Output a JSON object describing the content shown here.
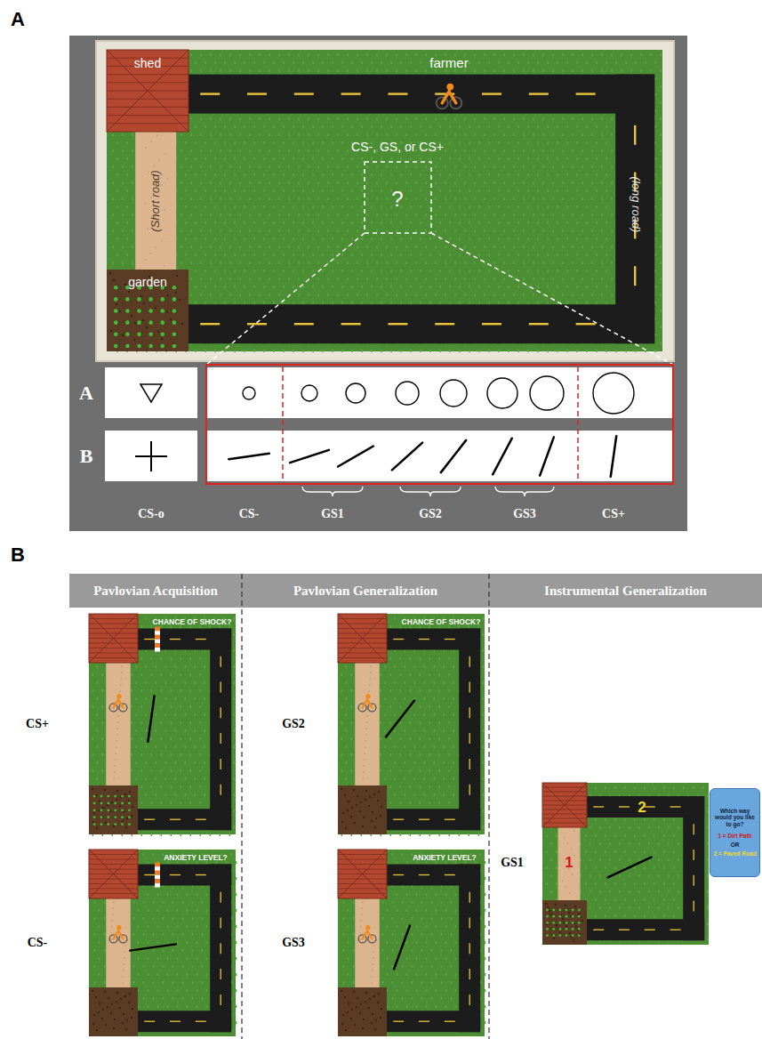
{
  "diagram": {
    "nodes": [
      {
        "text": [
          "Pavlovian Acquisition"
        ]
      },
      {
        "text": [
          "Pavlovian Generalization"
        ]
      },
      {
        "text": [
          "Instrumental Generalization"
        ]
      },
      {
        "text": [
          "Which way would you like to go?",
          "1 = Dirt Path",
          "OR",
          "2 = Paved Road"
        ]
      }
    ],
    "labels": [
      "A",
      "shed",
      "farmer",
      "CS-, GS, or CS+",
      "(Short road)",
      "garden",
      "?",
      "(long road)",
      "A",
      "B",
      "CS-o",
      "CS-",
      "GS1",
      "GS2",
      "GS3",
      "CS+",
      "B",
      "CS+",
      "CHANCE OF SHOCK?",
      "CS-",
      "ANXIETY LEVEL?",
      "GS2",
      "CHANCE OF SHOCK?",
      "GS3",
      "ANXIETY LEVEL?",
      "GS1",
      "1",
      "2"
    ]
  }
}
